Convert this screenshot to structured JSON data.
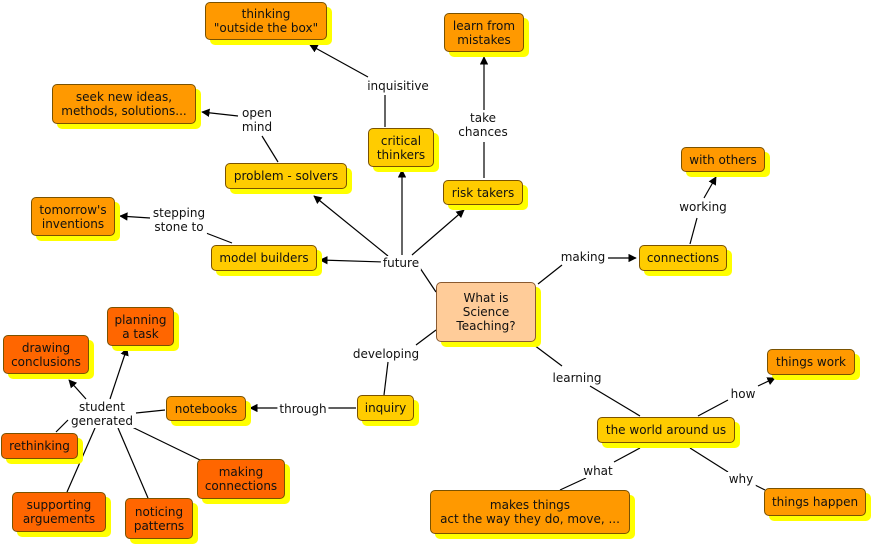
{
  "nodes": {
    "center": "What is\nScience\nTeaching?",
    "thinking": "thinking\n\"outside the box\"",
    "learn": "learn from\nmistakes",
    "seek": "seek new ideas,\nmethods, solutions...",
    "critical": "critical\nthinkers",
    "problem": "problem - solvers",
    "risk": "risk takers",
    "others": "with others",
    "tomorrow": "tomorrow's\ninventions",
    "model": "model builders",
    "connections": "connections",
    "planning": "planning\na task",
    "drawing": "drawing\nconclusions",
    "thingswork": "things work",
    "notebooks": "notebooks",
    "inquiry": "inquiry",
    "rethinking": "rethinking",
    "world": "the world around us",
    "making": "making\nconnections",
    "supporting": "supporting\narguements",
    "noticing": "noticing\npatterns",
    "happen": "things happen",
    "makes": "makes things\nact the way they do, move, ..."
  },
  "labels": {
    "inquisitive": "inquisitive",
    "take": "take\nchances",
    "open": "open\nmind",
    "working": "working",
    "stepping": "stepping\nstone to",
    "future": "future",
    "making": "making",
    "developing": "developing",
    "student": "student\ngenerated",
    "through": "through",
    "learning": "learning",
    "how": "how",
    "what": "what",
    "why": "why"
  }
}
